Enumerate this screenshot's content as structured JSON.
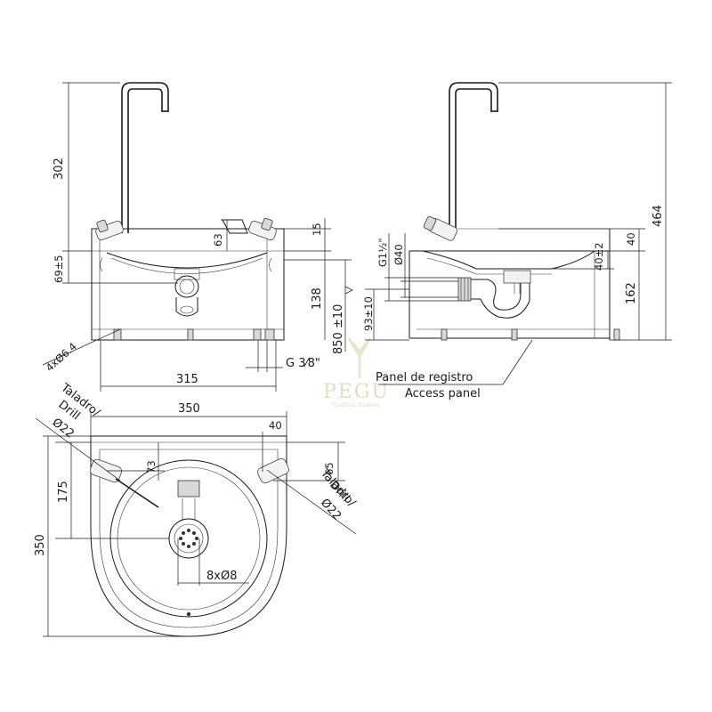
{
  "dimensions": {
    "front_302": "302",
    "front_63": "63",
    "front_15": "15",
    "front_69": "69±5",
    "front_138": "138",
    "front_850": "850 ±10",
    "front_holes": "4xØ6.4",
    "front_315": "315",
    "front_g38": "G 3⁄8\"",
    "side_464": "464",
    "side_40a": "40",
    "side_g112": "G1½\"",
    "side_d40": "Ø40",
    "side_40b": "40±2",
    "side_162": "162",
    "side_93": "93±10",
    "top_350w": "350",
    "top_40": "40",
    "top_73": "73",
    "top_65": "65",
    "top_175": "175",
    "top_350h": "350",
    "top_8xd8": "8xØ8"
  },
  "labels": {
    "panel_es": "Panel de registro",
    "panel_en": "Access panel",
    "drill_left_1": "Taladro/",
    "drill_left_2": "Drill",
    "drill_left_3": "Ø22",
    "drill_right_1": "Taladro/",
    "drill_right_2": "Drill",
    "drill_right_3": "Ø22"
  },
  "watermark": {
    "brand": "PEGU",
    "tagline": "Tradition Fashion"
  }
}
